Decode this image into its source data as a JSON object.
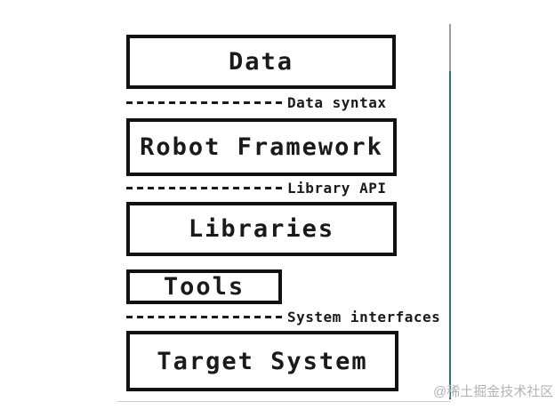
{
  "diagram": {
    "title_implied": "Robot Framework architecture layers",
    "boxes": [
      {
        "id": "data",
        "label": "Data"
      },
      {
        "id": "robot-framework",
        "label": "Robot Framework"
      },
      {
        "id": "libraries",
        "label": "Libraries"
      },
      {
        "id": "tools",
        "label": "Tools"
      },
      {
        "id": "target-system",
        "label": "Target System"
      }
    ],
    "separators": [
      {
        "id": "data-syntax",
        "label": "Data syntax"
      },
      {
        "id": "library-api",
        "label": "Library API"
      },
      {
        "id": "system-interfaces",
        "label": "System interfaces"
      }
    ],
    "colors": {
      "box_border": "#111111",
      "text": "#1a1a1a",
      "accent_line_teal": "#26777f",
      "accent_line_gray": "#a39a94",
      "bottom_rule": "#cccccc",
      "watermark": "#b3b3b3",
      "background": "#ffffff"
    }
  },
  "watermark": {
    "text": "@稀土掘金技术社区"
  }
}
